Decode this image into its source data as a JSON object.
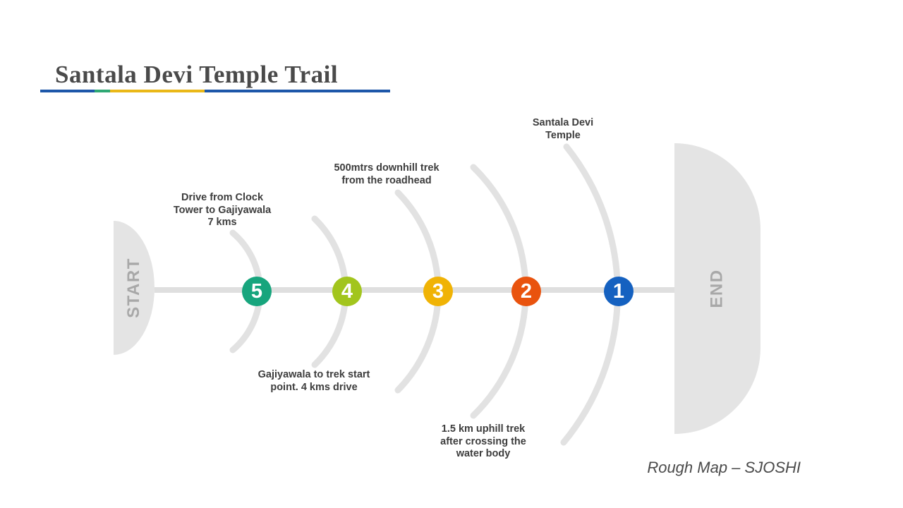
{
  "slide": {
    "title": "Santala Devi Temple Trail",
    "footnote": "Rough Map – SJOSHI"
  },
  "accent_bar": {
    "colors": [
      "#1d57a9",
      "#2fa874",
      "#eab818",
      "#1d57a9"
    ]
  },
  "timeline": {
    "start_label": "START",
    "end_label": "END",
    "track_color": "#e2e2e2",
    "terminal_shape_color": "#e4e4e4",
    "milestones": [
      {
        "number": "5",
        "color": "#17a57d",
        "label_position": "above",
        "label_lines": [
          "Drive from Clock",
          "Tower to Gajiyawala",
          "7 kms"
        ]
      },
      {
        "number": "4",
        "color": "#a2c51d",
        "label_position": "below",
        "label_lines": [
          "Gajiyawala to trek start",
          "point. 4 kms drive"
        ]
      },
      {
        "number": "3",
        "color": "#f0b305",
        "label_position": "above",
        "label_lines": [
          "500mtrs downhill trek",
          "from the roadhead"
        ]
      },
      {
        "number": "2",
        "color": "#e9530e",
        "label_position": "below",
        "label_lines": [
          "1.5 km uphill trek",
          "after crossing the",
          "water body"
        ]
      },
      {
        "number": "1",
        "color": "#1561c0",
        "label_position": "above",
        "label_lines": [
          "Santala Devi",
          "Temple"
        ]
      }
    ]
  }
}
